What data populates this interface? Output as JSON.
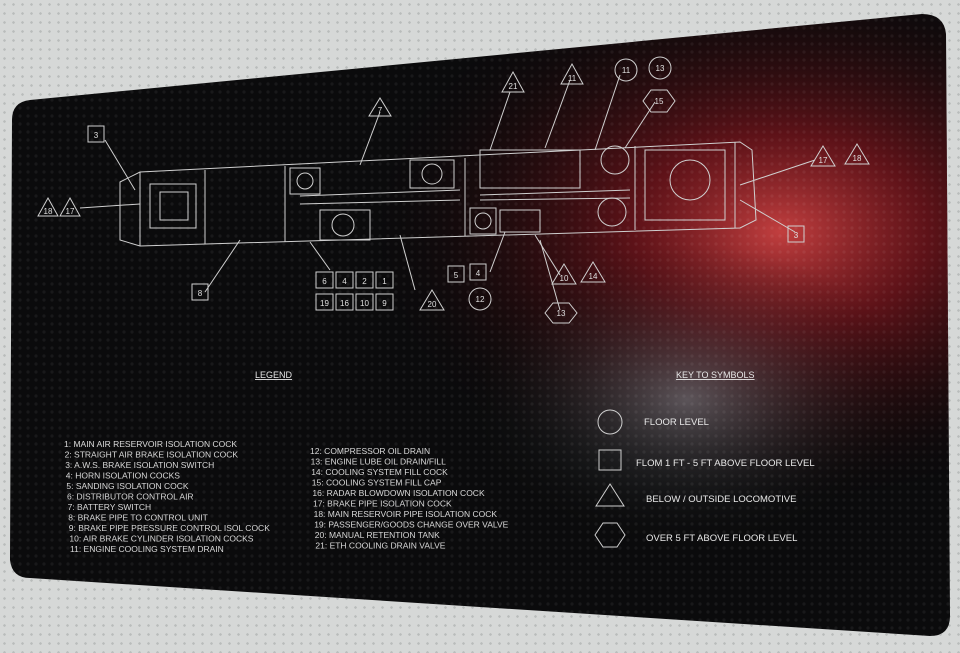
{
  "legend": {
    "title": "LEGEND",
    "left_items": [
      "1:  MAIN AIR RESERVOIR ISOLATION COCK",
      "2:  STRAIGHT AIR BRAKE ISOLATION COCK",
      "3:  A.W.S. BRAKE ISOLATION SWITCH",
      "4:  HORN ISOLATION COCKS",
      "5:  SANDING ISOLATION COCK",
      "6:  DISTRIBUTOR CONTROL AIR",
      "7:  BATTERY SWITCH",
      "8:  BRAKE PIPE TO CONTROL UNIT",
      "9:  BRAKE PIPE PRESSURE CONTROL ISOL COCK",
      "10: AIR BRAKE CYLINDER ISOLATION COCKS",
      "11: ENGINE COOLING SYSTEM DRAIN"
    ],
    "right_items": [
      "12: COMPRESSOR OIL DRAIN",
      "13: ENGINE LUBE OIL DRAIN/FILL",
      "14: COOLING SYSTEM FILL COCK",
      "15: COOLING SYSTEM FILL CAP",
      "16: RADAR BLOWDOWN ISOLATION COCK",
      "17: BRAKE PIPE ISOLATION COCK",
      "18: MAIN RESERVOIR PIPE ISOLATION COCK",
      "19: PASSENGER/GOODS CHANGE OVER VALVE",
      "20: MANUAL RETENTION TANK",
      "21: ETH COOLING DRAIN VALVE"
    ]
  },
  "key": {
    "title": "KEY TO SYMBOLS",
    "items": [
      {
        "icon": "circle-icon",
        "label": "FLOOR LEVEL"
      },
      {
        "icon": "square-icon",
        "label": "FLOM 1 FT - 5 FT ABOVE FLOOR LEVEL"
      },
      {
        "icon": "triangle-icon",
        "label": "BELOW / OUTSIDE LOCOMOTIVE"
      },
      {
        "icon": "hexagon-icon",
        "label": "OVER 5 FT ABOVE FLOOR LEVEL"
      }
    ]
  },
  "callouts": {
    "sq_top_left": "3",
    "tri_left_a": "18",
    "tri_left_b": "17",
    "tri_top_7": "7",
    "tri_top_21": "21",
    "tri_top_11": "11",
    "circ_11": "11",
    "circ_13": "13",
    "hex_15": "15",
    "tri_right_17": "17",
    "tri_right_18": "18",
    "sq_right_3": "3",
    "sq_8": "8",
    "row1": [
      "6",
      "4",
      "2",
      "1"
    ],
    "row2": [
      "19",
      "16",
      "10",
      "9"
    ],
    "tri_20": "20",
    "sq_5": "5",
    "sq_4": "4",
    "circ_12": "12",
    "hex_13": "13",
    "tri_10": "10",
    "tri_14": "14"
  },
  "colors": {
    "plaque": "#0b0b0c",
    "line": "#d9d9d9",
    "glare_red": "#c0202a"
  }
}
